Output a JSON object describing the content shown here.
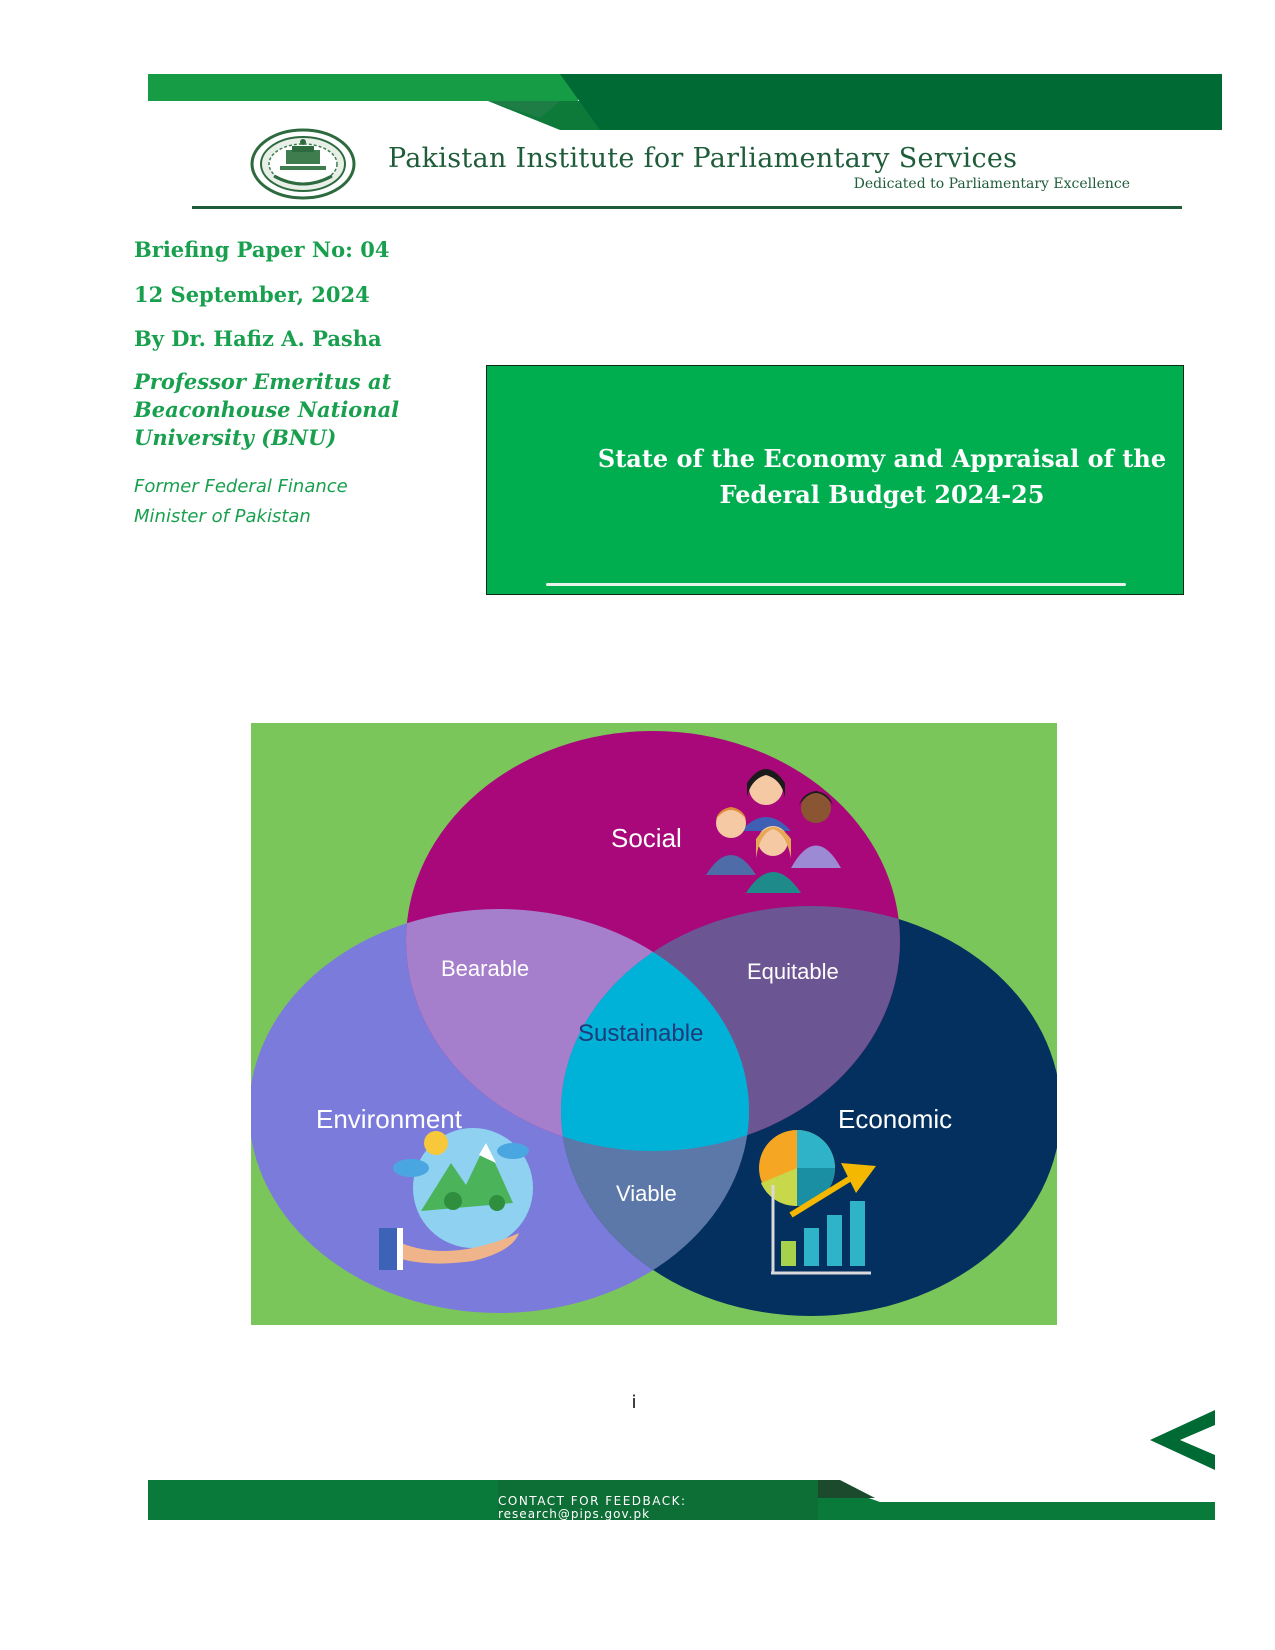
{
  "header": {
    "institute_name": "Pakistan Institute for Parliamentary Services",
    "tagline": "Dedicated to Parliamentary Excellence",
    "logo_icon": "pips-emblem-icon"
  },
  "meta": {
    "paper_no": "Briefing Paper No: 04",
    "date": "12 September, 2024",
    "author": "By Dr. Hafiz A. Pasha",
    "role_lines": [
      "Professor Emeritus at",
      "Beaconhouse National",
      "University (BNU)"
    ],
    "former_lines": [
      "Former Federal Finance",
      "Minister of Pakistan"
    ]
  },
  "title_box": {
    "lines": [
      "State of the Economy and Appraisal of the",
      "Federal Budget 2024-25"
    ]
  },
  "venn": {
    "circles": [
      {
        "label": "Social",
        "color": "#a8087a",
        "icon": "people-group-icon"
      },
      {
        "label": "Environment",
        "color": "#7b7bdb",
        "icon": "earth-in-hand-icon"
      },
      {
        "label": "Economic",
        "color": "#03305f",
        "icon": "growth-chart-icon"
      }
    ],
    "overlaps": {
      "social_environment": "Bearable",
      "social_economic": "Equitable",
      "environment_economic": "Viable",
      "center": "Sustainable"
    },
    "colors": {
      "background": "#7bc65a",
      "bearable": "#a67fcc",
      "equitable": "#6b5592",
      "viable": "#5c78a9",
      "center": "#00b2d8"
    }
  },
  "page_number": "i",
  "footer": {
    "feedback_label": "CONTACT FOR FEEDBACK:",
    "email": "research@pips.gov.pk"
  },
  "colors": {
    "brand_green": "#006a34",
    "accent_green": "#19a04f",
    "title_box_green": "#00ad4f"
  }
}
